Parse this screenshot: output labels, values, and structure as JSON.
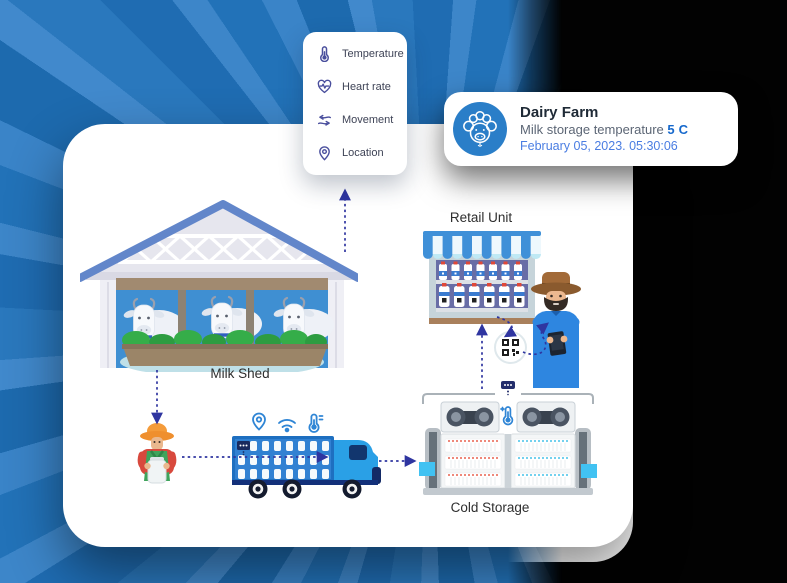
{
  "sensor_panel": {
    "items": [
      {
        "icon": "thermometer-icon",
        "label": "Temperature"
      },
      {
        "icon": "heart-rate-icon",
        "label": "Heart rate"
      },
      {
        "icon": "movement-icon",
        "label": "Movement"
      },
      {
        "icon": "location-icon",
        "label": "Location"
      }
    ]
  },
  "notification": {
    "title": "Dairy Farm",
    "message": "Milk storage temperature",
    "value": "5",
    "unit": "C",
    "timestamp": "February 05, 2023. 05:30:06"
  },
  "stations": {
    "milk_shed": "Milk Shed",
    "retail_unit": "Retail Unit",
    "cold_storage": "Cold Storage"
  },
  "colors": {
    "accent_blue": "#1568cc",
    "timestamp_blue": "#4a7de2",
    "panel_icon_indigo": "#4a4f9d",
    "connector_indigo": "#2f35a0",
    "swirl_dark": "#1d6aae",
    "swirl_light": "#4189cc",
    "logo_circle_blue": "#2a7ec8",
    "roof_blue": "#6286ca",
    "truck_blue": "#2aa0e6",
    "backdrop_black": "#000000"
  }
}
